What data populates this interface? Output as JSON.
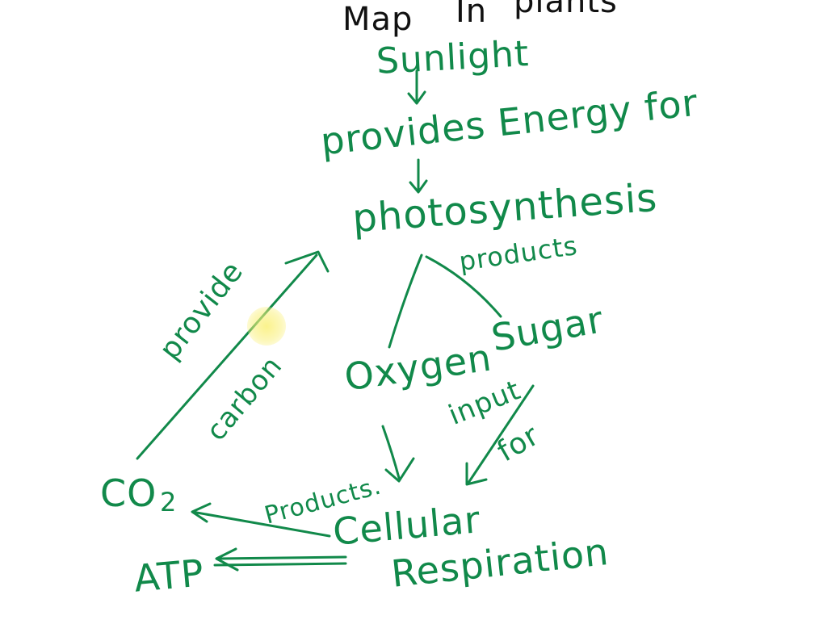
{
  "header": {
    "line1": "Map",
    "line2": "In",
    "line3": "plants"
  },
  "nodes": {
    "sunlight": "Sunlight",
    "provides_energy": "provides Energy for",
    "photosynthesis": "photosynthesis",
    "oxygen": "Oxygen",
    "sugar": "Sugar",
    "co2": "CO",
    "co2_sub": "2",
    "cellular": "Cellular",
    "respiration": "Respiration",
    "atp": "ATP"
  },
  "edge_labels": {
    "products_top": "products",
    "provide": "provide",
    "carbon": "carbon",
    "input": "input",
    "for": "for",
    "products_bottom": "Products."
  },
  "colors": {
    "ink": "#11894a",
    "header_ink": "#111111",
    "cursor_highlight": "#f6ec7a"
  }
}
